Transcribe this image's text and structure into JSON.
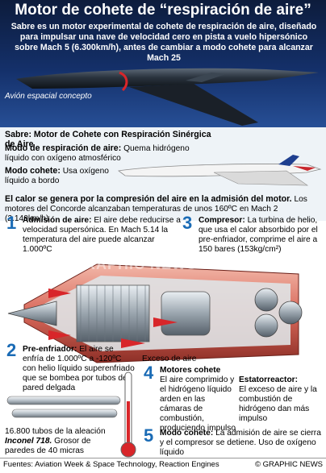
{
  "title": "Motor de cohete de “respiración de aire”",
  "intro": "Sabre es un motor experimental de cohete de respiración de aire, diseñado para impulsar una nave de velocidad cero en pista a vuelo hipersónico sobre Mach 5 (6.300km/h), antes de cambiar a modo cohete para alcanzar Mach 25",
  "plane_caption": "Avión espacial concepto",
  "sabre_title": "Sabre: Motor de Cohete con Respiración Sinérgica de Aire",
  "air_mode": {
    "label": "Modo de respiración de aire:",
    "text": "Quema hidrógeno líquido con oxígeno atmosférico"
  },
  "rocket_mode": {
    "label": "Modo cohete:",
    "text": "Usa oxígeno líquido a bordo"
  },
  "heat": {
    "bold": "El calor se genera por la compresión del aire en la admisión del motor.",
    "text": "Los motores del Concorde alcanzaban temperaturas de unos 160ºC en Mach 2 (2.140km/h)"
  },
  "steps": [
    {
      "n": "1",
      "title": "Admisión de aire:",
      "text": "El aire debe reducirse a velocidad supersónica. En Mach 5.14 la temperatura del aire puede alcanzar 1.000ºC"
    },
    {
      "n": "2",
      "title": "Pre-enfriador:",
      "text": "El aire se enfría de 1.000ºC a -120ºC con helio líquido superenfriado que se bombea por tubos de pared delgada"
    },
    {
      "n": "3",
      "title": "Compresor:",
      "text": "La turbina de helio, que usa el calor absorbido por el pre-enfriador, comprime el aire a 150 bares (153kg/cm²)"
    },
    {
      "n": "4",
      "title": "Motores cohete",
      "text": "El aire comprimido y el hidrógeno líquido arden en las cámaras de combustión, produciendo impulso"
    },
    {
      "n": "5",
      "title": "Modo cohete:",
      "text": "La admisión de aire se cierra y el compresor se detiene. Uso de oxígeno líquido"
    }
  ],
  "exhaust_label": "Exceso de aire",
  "statoreactor": {
    "title": "Estatorreactor:",
    "text": "El exceso de aire y la combustión de hidrógeno dan más impulso"
  },
  "tubes": {
    "text": "16.800 tubos de la aleación",
    "alloy": "Inconel 718.",
    "rest": "Grosor de paredes de 40 micras"
  },
  "watermark": "GRAPHIC NEWS",
  "sources": "Fuentes: Aviation Week & Space Technology, Reaction Engines",
  "credit": "© GRAPHIC NEWS",
  "colors": {
    "accent_blue": "#1a6bb5",
    "flame_red": "#d8262a",
    "sky": "#14306a"
  }
}
